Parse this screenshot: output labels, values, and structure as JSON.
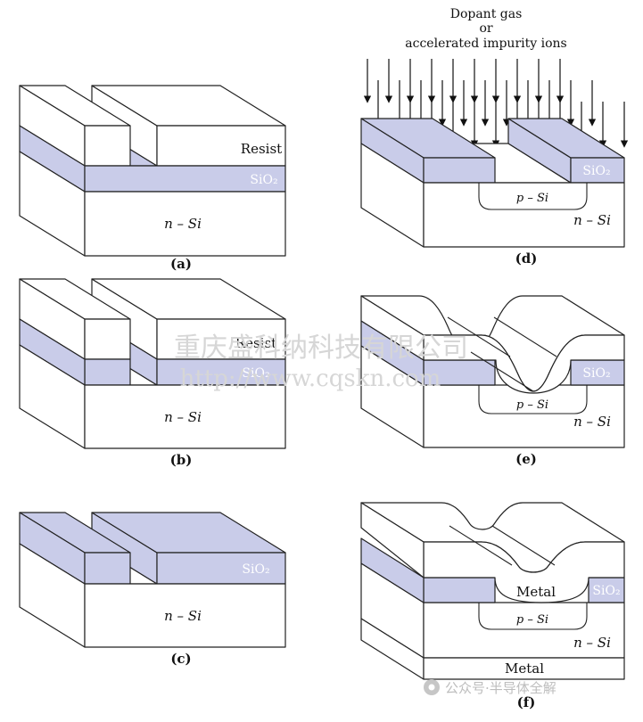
{
  "header": {
    "line1": "Dopant gas",
    "line2": "or",
    "line3": "accelerated impurity ions"
  },
  "panels": {
    "a": {
      "label": "(a)",
      "resist": "Resist",
      "sio2": "SiO₂",
      "substrate": "n – Si"
    },
    "b": {
      "label": "(b)",
      "resist": "Resist",
      "sio2": "SiO₂",
      "substrate": "n – Si"
    },
    "c": {
      "label": "(c)",
      "sio2": "SiO₂",
      "substrate": "n – Si"
    },
    "d": {
      "label": "(d)",
      "sio2": "SiO₂",
      "p_region": "p – Si",
      "substrate": "n – Si"
    },
    "e": {
      "label": "(e)",
      "sio2": "SiO₂",
      "p_region": "p – Si",
      "substrate": "n – Si"
    },
    "f": {
      "label": "(f)",
      "sio2": "SiO₂",
      "metal_contact": "Metal",
      "metal_back": "Metal",
      "p_region": "p – Si",
      "substrate": "n – Si"
    }
  },
  "watermark": {
    "company": "重庆盛科纳科技有限公司",
    "url": "http://www.cqskn.com",
    "footer": "公众号·半导体全解"
  },
  "colors": {
    "oxide": "#c9cce9",
    "line": "#222222",
    "watermark": "#d6d6d6"
  }
}
